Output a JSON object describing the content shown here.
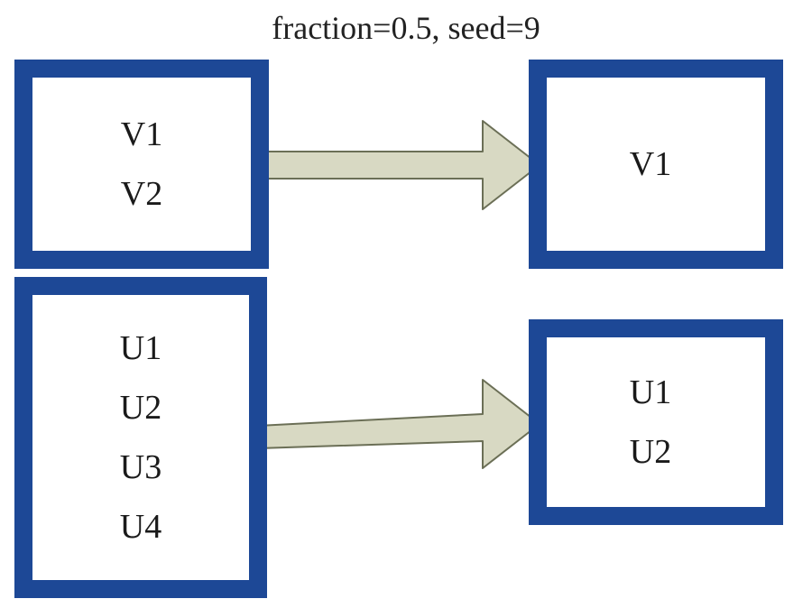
{
  "title": "fraction=0.5, seed=9",
  "colors": {
    "box_border": "#1d4896",
    "arrow_fill": "#d8d9c3",
    "arrow_stroke": "#6b6f56"
  },
  "diagram": {
    "groups": [
      {
        "source": {
          "items": [
            "V1",
            "V2"
          ]
        },
        "sample": {
          "items": [
            "V1"
          ]
        }
      },
      {
        "source": {
          "items": [
            "U1",
            "U2",
            "U3",
            "U4"
          ]
        },
        "sample": {
          "items": [
            "U1",
            "U2"
          ]
        }
      }
    ]
  }
}
